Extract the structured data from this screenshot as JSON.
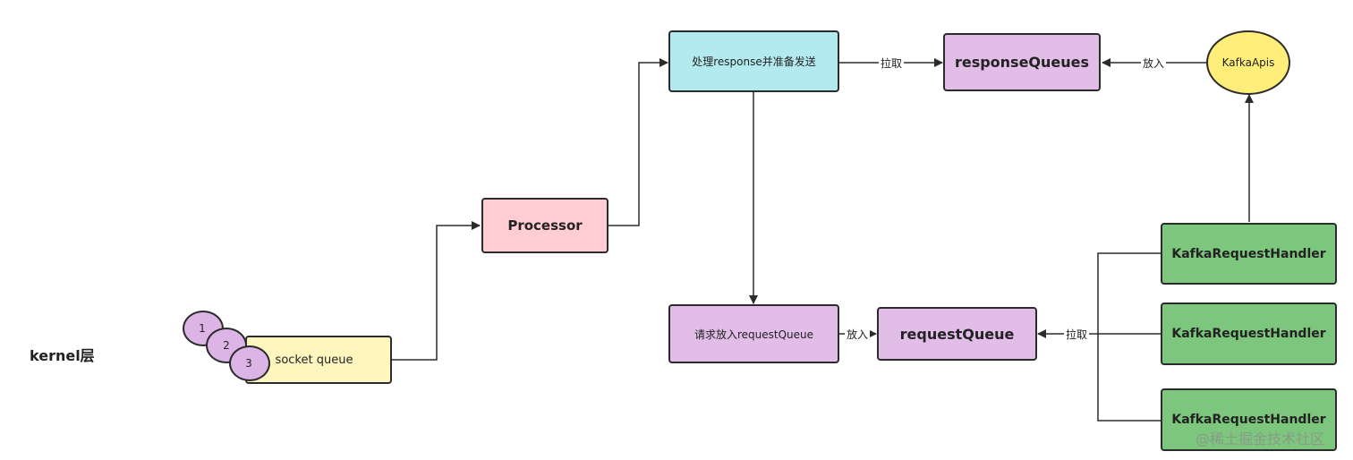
{
  "colors": {
    "cyan": "#b3eaf0",
    "purple": "#e1bde8",
    "pink": "#ffcdd2",
    "yellow_light": "#fff6bf",
    "yellow": "#ffef7a",
    "green": "#7dc67d",
    "circle": "#dcb4e6",
    "line": "#2b2b2b"
  },
  "diagram": {
    "layer_label": "kernel层",
    "socket_queue": "socket queue",
    "circles": [
      "1",
      "2",
      "3"
    ],
    "processor": "Processor",
    "process_response": "处理response并准备发送",
    "response_queues": "responseQueues",
    "kafka_apis": "KafkaApis",
    "request_put": "请求放入requestQueue",
    "request_queue": "requestQueue",
    "handlers": [
      "KafkaRequestHandler",
      "KafkaRequestHandler",
      "KafkaRequestHandler"
    ],
    "edge_labels": {
      "pull_response": "拉取",
      "put_response": "放入",
      "put_request": "放入",
      "pull_request": "拉取"
    }
  },
  "watermark": "@稀土掘金技术社区"
}
